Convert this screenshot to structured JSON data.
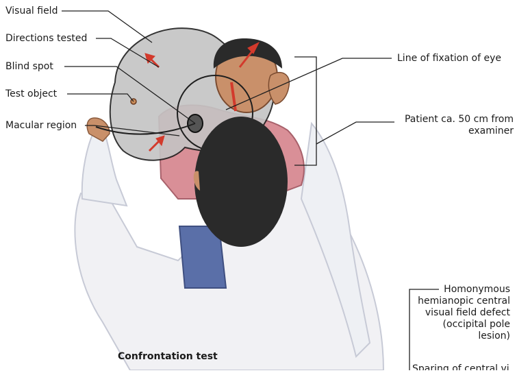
{
  "labels": {
    "visual_field": "Visual field",
    "directions_tested": "Directions tested",
    "blind_spot": "Blind spot",
    "test_object": "Test object",
    "macular_region": "Macular region",
    "line_of_fixation": "Line of fixation of eye",
    "patient_distance_line1": "Patient ca. 50 cm from",
    "patient_distance_line2": "examiner",
    "homonymous_line1": "Homonymous",
    "homonymous_line2": "hemianopic central",
    "homonymous_line3": "visual field defect",
    "homonymous_line4": "(occipital pole",
    "homonymous_line5": "lesion)",
    "sparing_partial": "Sparing of central vi"
  },
  "caption": "Confrontation test",
  "colors": {
    "field_fill": "#c4c4c4",
    "arrow_red": "#d33a2c",
    "shirt_pink": "#d98f97",
    "hair_dark": "#2a2a2a",
    "coat_white": "#f1f1f4",
    "jeans_blue": "#5a6fa8",
    "skin": "#c9906a"
  }
}
